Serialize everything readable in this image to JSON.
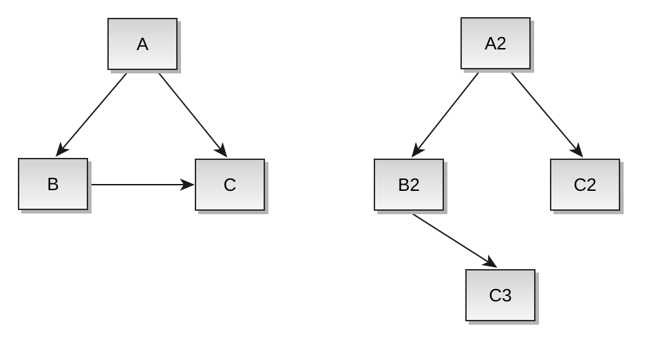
{
  "diagram": {
    "type": "directed-graph",
    "graphs": [
      {
        "name": "left-graph",
        "nodes": [
          {
            "id": "A",
            "label": "A"
          },
          {
            "id": "B",
            "label": "B"
          },
          {
            "id": "C",
            "label": "C"
          }
        ],
        "edges": [
          {
            "from": "A",
            "to": "B"
          },
          {
            "from": "A",
            "to": "C"
          },
          {
            "from": "B",
            "to": "C"
          }
        ]
      },
      {
        "name": "right-graph",
        "nodes": [
          {
            "id": "A2",
            "label": "A2"
          },
          {
            "id": "B2",
            "label": "B2"
          },
          {
            "id": "C2",
            "label": "C2"
          },
          {
            "id": "C3",
            "label": "C3"
          }
        ],
        "edges": [
          {
            "from": "A2",
            "to": "B2"
          },
          {
            "from": "A2",
            "to": "C2"
          },
          {
            "from": "B2",
            "to": "C3"
          }
        ]
      }
    ],
    "colors": {
      "background": "#ffffff",
      "node_fill_top": "#d2d2d2",
      "node_fill_bottom": "#f5f5f5",
      "node_border": "#2a2a2a",
      "node_shadow": "#b4b4b4",
      "edge_stroke": "#1a1a1a",
      "label_text": "#000000"
    }
  }
}
